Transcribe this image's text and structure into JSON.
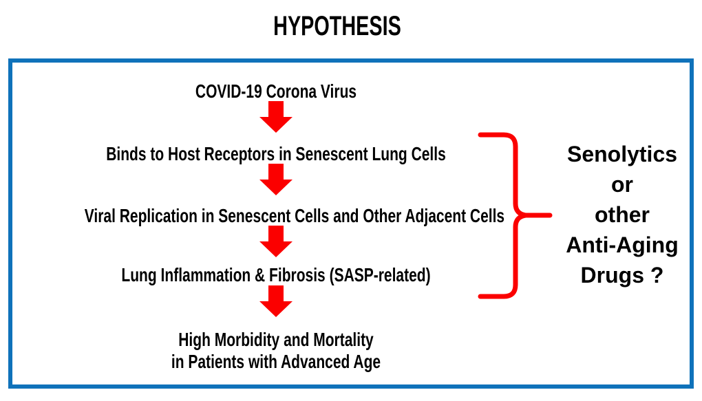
{
  "title": "HYPOTHESIS",
  "flow": {
    "step1": "COVID-19 Corona Virus",
    "step2": "Binds to Host Receptors in Senescent Lung Cells",
    "step3": "Viral Replication in Senescent Cells and Other Adjacent Cells",
    "step4": "Lung Inflammation & Fibrosis (SASP-related)",
    "step5_line1": "High Morbidity and Mortality",
    "step5_line2": "in Patients with Advanced Age"
  },
  "annotation": {
    "line1": "Senolytics",
    "line2": "or",
    "line3": "other",
    "line4": "Anti-Aging",
    "line5": "Drugs ?"
  },
  "icons": {
    "arrow": "down-arrow-icon",
    "brace": "right-curly-brace-icon"
  },
  "colors": {
    "border_blue": "#0f72ba",
    "arrow_red": "#fb0000",
    "text_black": "#000000"
  }
}
